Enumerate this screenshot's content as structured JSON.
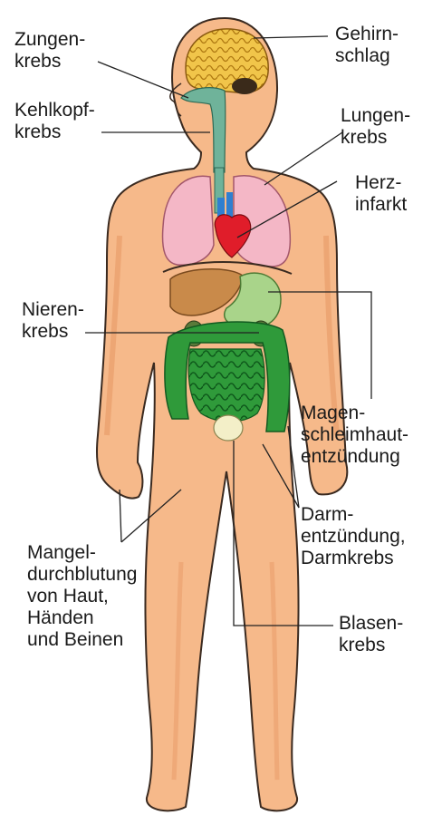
{
  "labels": {
    "zungenkrebs": [
      "Zungen-",
      "krebs"
    ],
    "gehirnschlag": [
      "Gehirn-",
      "schlag"
    ],
    "kehlkopfkrebs": [
      "Kehlkopf-",
      "krebs"
    ],
    "lungenkrebs": [
      "Lungen-",
      "krebs"
    ],
    "herzinfarkt": [
      "Herz-",
      "infarkt"
    ],
    "nierenkrebs": [
      "Nieren-",
      "krebs"
    ],
    "magen": [
      "Magen-",
      "schleimhaut-",
      "entzündung"
    ],
    "darm": [
      "Darm-",
      "entzündung,",
      "Darmkrebs"
    ],
    "mangel": [
      "Mangel-",
      "durchblutung",
      "von Haut,",
      "Händen",
      "und Beinen"
    ],
    "blasenkrebs": [
      "Blasen-",
      "krebs"
    ]
  },
  "colors": {
    "skin": "#f6b98a",
    "skin_shadow": "#e79a66",
    "outline": "#3a2a20",
    "brain": "#f1c54a",
    "lung": "#f4b7c6",
    "heart": "#e01d2a",
    "liver": "#c98a4a",
    "stomach": "#a9d48a",
    "intestine": "#2f9a3a",
    "airway": "#6fb39a",
    "bladder": "#f3efc8",
    "leader": "#222222"
  }
}
